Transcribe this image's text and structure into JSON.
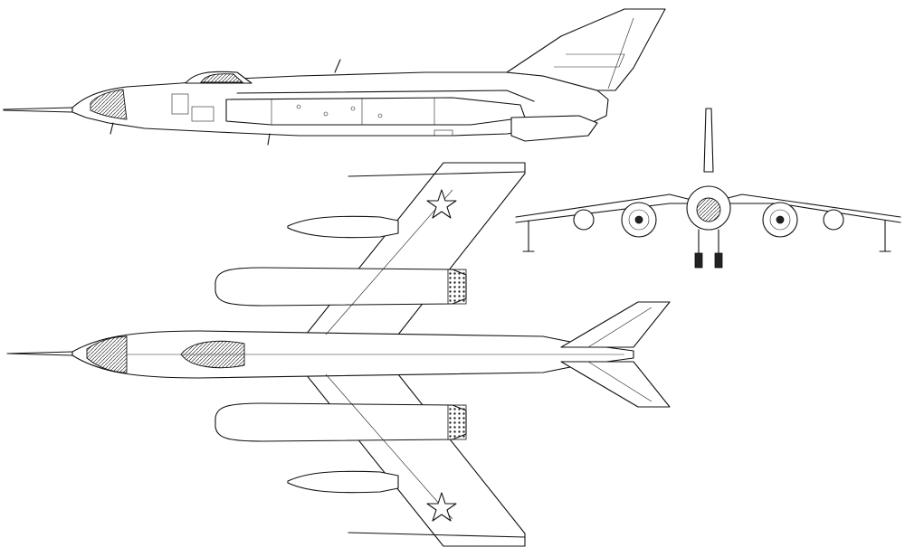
{
  "drawing": {
    "views": [
      "side-view",
      "top-view",
      "front-view"
    ],
    "markings": {
      "insignia": "red-star",
      "insignia_count": 2
    },
    "colors": {
      "line": "#111111",
      "background": "#ffffff"
    }
  }
}
